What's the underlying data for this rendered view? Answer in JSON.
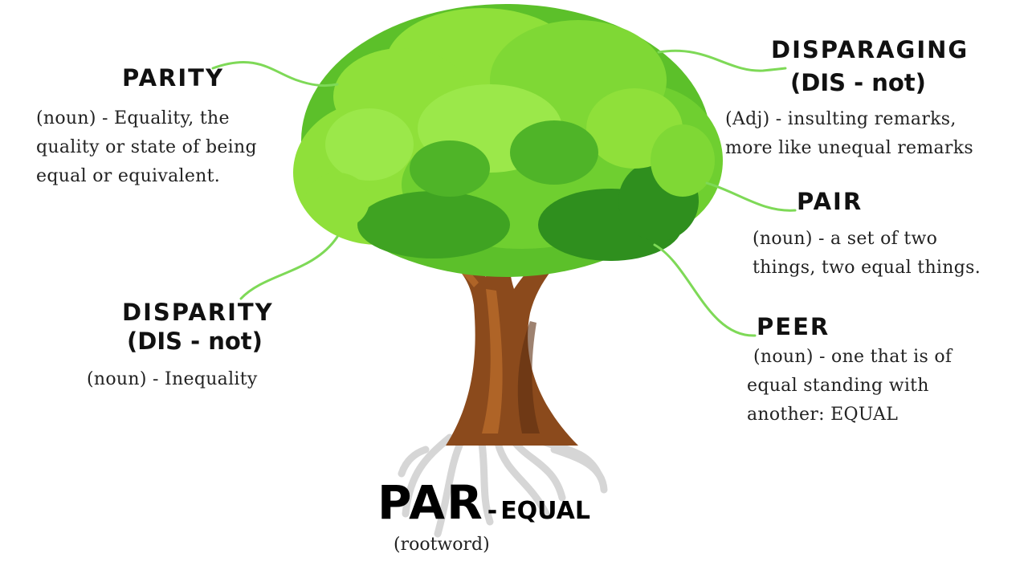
{
  "root": {
    "word": "PAR",
    "dash": "-",
    "meaning": "EQUAL",
    "sub": "(rootword)"
  },
  "branches": {
    "parity": {
      "title": "PARITY",
      "lines": [
        "(noun) - Equality, the",
        "quality or state of being",
        "equal or equivalent."
      ]
    },
    "disparity": {
      "title": "DISPARITY",
      "subtitle": "(DIS - not)",
      "lines": [
        "(noun) - Inequality"
      ]
    },
    "disparaging": {
      "title": "DISPARAGING",
      "subtitle": "(DIS - not)",
      "lines": [
        "(Adj) - insulting remarks,",
        "more like unequal remarks"
      ]
    },
    "pair": {
      "title": "PAIR",
      "lines": [
        "(noun) - a set of two",
        "things, two equal things."
      ]
    },
    "peer": {
      "title": "PEER",
      "lines": [
        "(noun) - one that is of",
        "equal standing with",
        "another: EQUAL"
      ]
    }
  },
  "colors": {
    "connector": "#7ed957",
    "foliage_light": "#8fe03a",
    "foliage_mid": "#5cc02a",
    "foliage_dark": "#2f8f1e",
    "trunk": "#8b4a1c",
    "trunk_light": "#b86a2a",
    "roots": "#d8d8d8"
  }
}
